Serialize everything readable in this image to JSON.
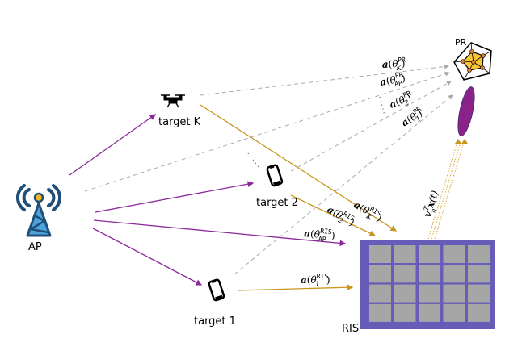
{
  "figure": {
    "nodes": {
      "ap": {
        "label": "AP"
      },
      "pr": {
        "label": "PR"
      },
      "ris": {
        "label": "RIS",
        "grid_rows": 4,
        "grid_cols": 5
      },
      "target_k": {
        "label": "target K"
      },
      "target_2": {
        "label": "target 2"
      },
      "target_1": {
        "label": "target 1"
      }
    },
    "labels": {
      "pr_k": {
        "a": "a",
        "theta": "θ",
        "sup": "PR",
        "sub": "K"
      },
      "pr_ap": {
        "a": "a",
        "theta": "θ",
        "sup": "PR",
        "sub": "AP"
      },
      "pr_2": {
        "a": "a",
        "theta": "θ",
        "sup": "PR",
        "sub": "2"
      },
      "pr_1": {
        "a": "a",
        "theta": "θ",
        "sup": "PR",
        "sub": "1"
      },
      "ris_k": {
        "a": "a",
        "theta": "θ",
        "sup": "RIS",
        "sub": "K"
      },
      "ris_2": {
        "a": "a",
        "theta": "θ",
        "sup": "RIS",
        "sub": "2"
      },
      "ris_ap": {
        "a": "a",
        "theta": "θ",
        "sup": "RIS",
        "sub": "AP"
      },
      "ris_1": {
        "a": "a",
        "theta": "θ",
        "sup": "RIS",
        "sub": "1"
      },
      "ris_to_pr": {
        "v": "v",
        "sup": "T",
        "sub": "n",
        "x": "x",
        "arg": "(t)"
      }
    },
    "colors": {
      "ap_link": "#8B2A9A",
      "ris_link": "#C8961E",
      "pr_link": "#AAAAAA",
      "ris_frame": "#675CB8",
      "ris_cell": "#A6A6A6",
      "tower_blue": "#4FA3DB",
      "tower_dark": "#1F4E79",
      "tower_dot": "#F2B81F",
      "pr_gold": "#F7C638",
      "pr_node": "#E07B2A",
      "antenna_purple": "#8B2287"
    }
  }
}
